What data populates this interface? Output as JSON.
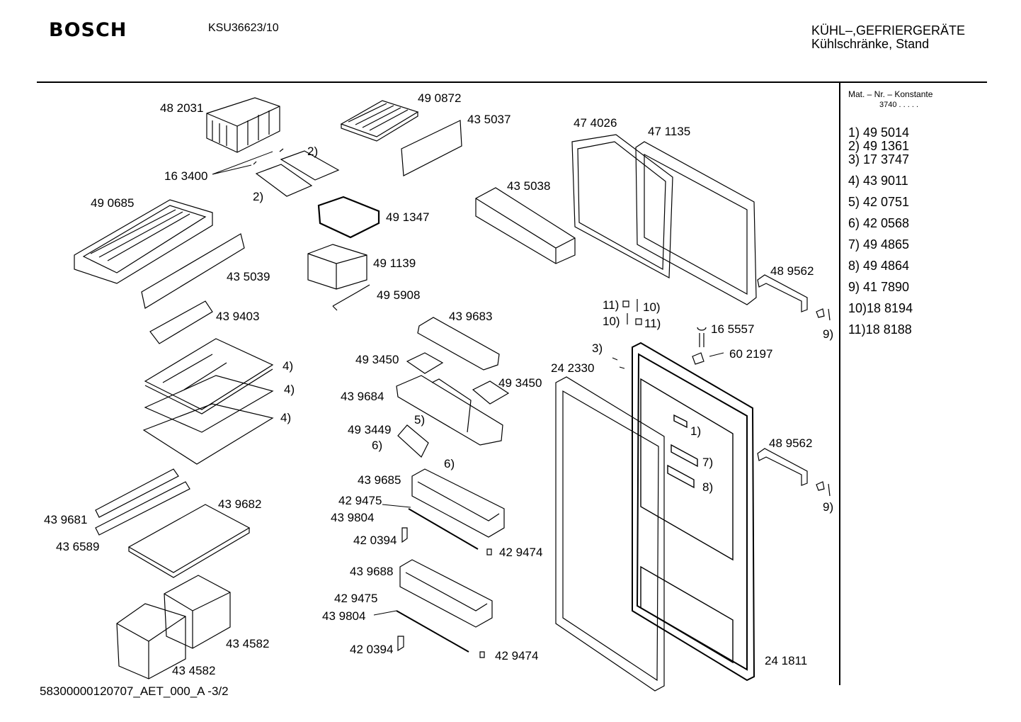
{
  "header": {
    "brand": "BOSCH",
    "model": "KSU36623/10",
    "category_line1": "KÜHL–,GEFRIERGERÄTE",
    "category_line2": "Kühlschränke, Stand"
  },
  "sidebar": {
    "heading": "Mat. – Nr. – Konstante",
    "konstante": "3740 . . . . .",
    "items": [
      "1) 49 5014",
      "2) 49 1361",
      "3) 17 3747",
      "4) 43 9011",
      "5) 42 0751",
      "6) 42 0568",
      "7) 49 4865",
      "8) 49 4864",
      "9) 41 7890",
      "10)18 8194",
      "11)18 8188"
    ]
  },
  "labels": [
    "48 2031",
    "49 0872",
    "43 5037",
    "47 4026",
    "47 1135",
    "2)",
    "16 3400",
    "2)",
    "49 0685",
    "49 1347",
    "43 5038",
    "43 5039",
    "49 1139",
    "49 5908",
    "43 9403",
    "48 9562",
    "11)",
    "10)",
    "10)",
    "11)",
    "43 9683",
    "16 5557",
    "9)",
    "3)",
    "60 2197",
    "49 3450",
    "24 2330",
    "4)",
    "4)",
    "49 3450",
    "43 9684",
    "4)",
    "5)",
    "49 3449",
    "1)",
    "6)",
    "6)",
    "48 9562",
    "7)",
    "43 9685",
    "8)",
    "42 9475",
    "43 9804",
    "43 9682",
    "43 9681",
    "9)",
    "42 0394",
    "43 6589",
    "42 9474",
    "43 9688",
    "42 9475",
    "43 9804",
    "43 4582",
    "42 0394",
    "42 9474",
    "43 4582",
    "24 1811"
  ],
  "footer": "58300000120707_AET_000_A  -3/2"
}
